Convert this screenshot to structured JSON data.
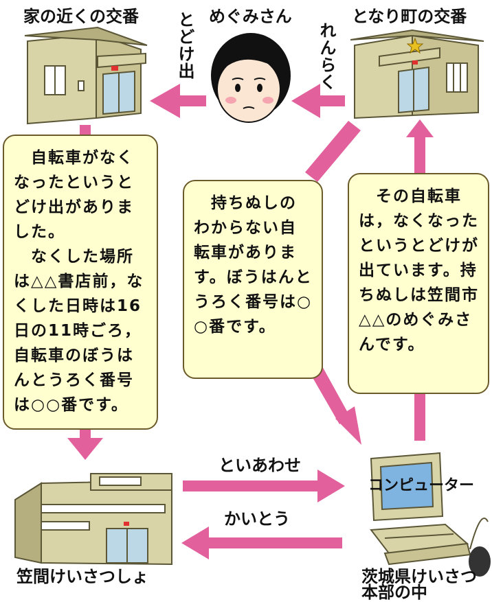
{
  "labels": {
    "home_koban": "家の近くの交番",
    "megumi": "めぐみさん",
    "next_town_koban": "となり町の交番",
    "todokede": "とどけ出",
    "renraku": "れんらく",
    "kasama_police": "笠間けいさつしょ",
    "hq_line1": "茨城県けいさつ",
    "hq_line2": "本部の中",
    "computer": "コンピューター",
    "toiawase": "といあわせ",
    "kaitou": "かいとう"
  },
  "boxes": {
    "left": "　自転車がなくなったというとどけ出がありました。\n　なくした場所は△△書店前，なくした日時は16日の11時ごろ，自転車のぼうはんとうろく番号は○○番です。",
    "middle": "　持ちぬしのわからない自転車があります。ぼうはんとうろく番号は○○番です。",
    "right": "　その自転車は，なくなったというとどけが出ています。持ちぬしは笠間市△△のめぐみさんです。"
  },
  "colors": {
    "arrow": "#e2609b",
    "box_fill": "#ffffd0",
    "box_border": "#6b5a2a",
    "building": "#d9d4a8",
    "building_dark": "#8f8a5e",
    "face": "#fbe6d4",
    "hair": "#111111"
  }
}
